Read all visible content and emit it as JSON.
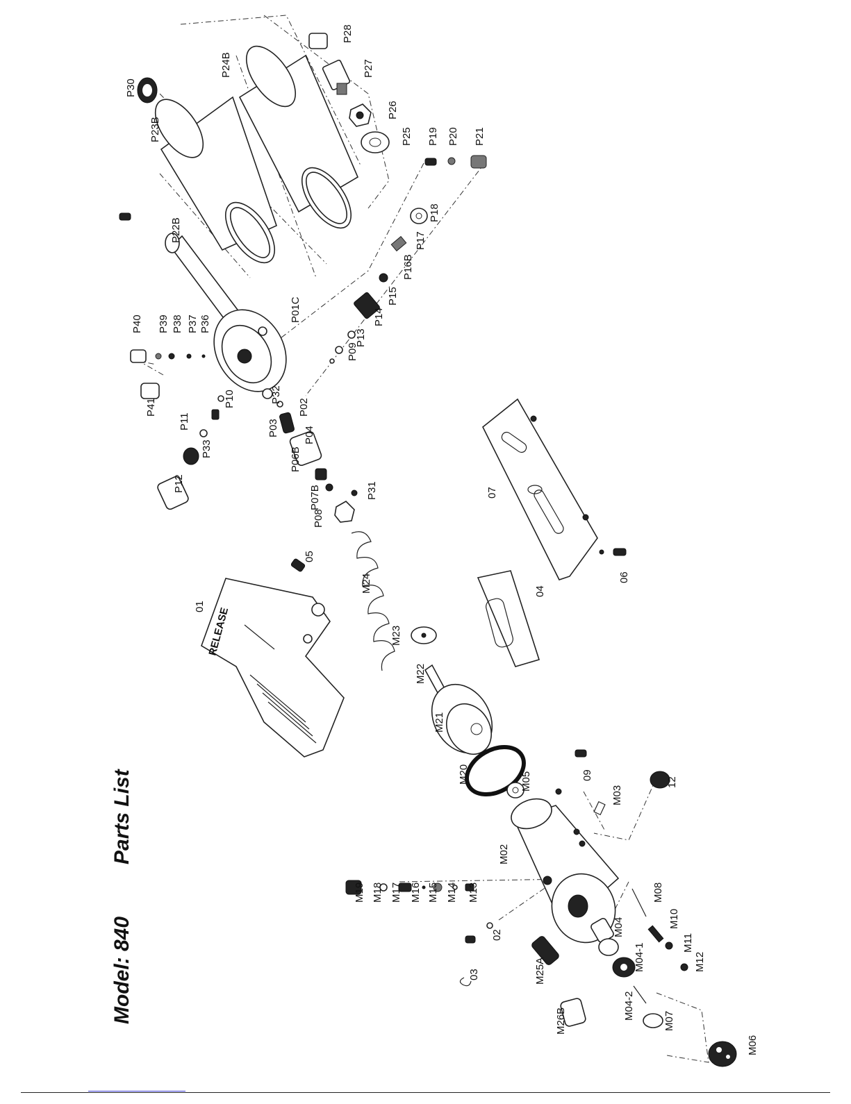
{
  "header": {
    "model": "Model: 840",
    "title": "Parts List"
  },
  "diagram": {
    "parts": [
      {
        "id": "P28"
      },
      {
        "id": "P27"
      },
      {
        "id": "P26"
      },
      {
        "id": "P25"
      },
      {
        "id": "P24B"
      },
      {
        "id": "P30"
      },
      {
        "id": "P23B"
      },
      {
        "id": "P19"
      },
      {
        "id": "P20"
      },
      {
        "id": "P21"
      },
      {
        "id": "P22B"
      },
      {
        "id": "P18"
      },
      {
        "id": "P17"
      },
      {
        "id": "P16B"
      },
      {
        "id": "P15"
      },
      {
        "id": "P14"
      },
      {
        "id": "P13"
      },
      {
        "id": "P09"
      },
      {
        "id": "P01C"
      },
      {
        "id": "P40"
      },
      {
        "id": "P39"
      },
      {
        "id": "P38"
      },
      {
        "id": "P37"
      },
      {
        "id": "P36"
      },
      {
        "id": "P41"
      },
      {
        "id": "P32"
      },
      {
        "id": "P02"
      },
      {
        "id": "P03"
      },
      {
        "id": "P10"
      },
      {
        "id": "P11"
      },
      {
        "id": "P33"
      },
      {
        "id": "P12"
      },
      {
        "id": "P04"
      },
      {
        "id": "P06B"
      },
      {
        "id": "P07B"
      },
      {
        "id": "P31"
      },
      {
        "id": "P08"
      },
      {
        "id": "07"
      },
      {
        "id": "06"
      },
      {
        "id": "04"
      },
      {
        "id": "05"
      },
      {
        "id": "01"
      },
      {
        "id": "M24"
      },
      {
        "id": "M23"
      },
      {
        "id": "M22"
      },
      {
        "id": "M21"
      },
      {
        "id": "M20"
      },
      {
        "id": "M05"
      },
      {
        "id": "09"
      },
      {
        "id": "M03"
      },
      {
        "id": "12"
      },
      {
        "id": "M02"
      },
      {
        "id": "M19"
      },
      {
        "id": "M18"
      },
      {
        "id": "M17"
      },
      {
        "id": "M16"
      },
      {
        "id": "M15"
      },
      {
        "id": "M14"
      },
      {
        "id": "M13"
      },
      {
        "id": "02"
      },
      {
        "id": "03"
      },
      {
        "id": "M25A"
      },
      {
        "id": "M26B"
      },
      {
        "id": "M04"
      },
      {
        "id": "M04-1"
      },
      {
        "id": "M04-2"
      },
      {
        "id": "M08"
      },
      {
        "id": "M10"
      },
      {
        "id": "M11"
      },
      {
        "id": "M12"
      },
      {
        "id": "M07"
      },
      {
        "id": "M06"
      }
    ],
    "handle_text": "RELEASE"
  }
}
